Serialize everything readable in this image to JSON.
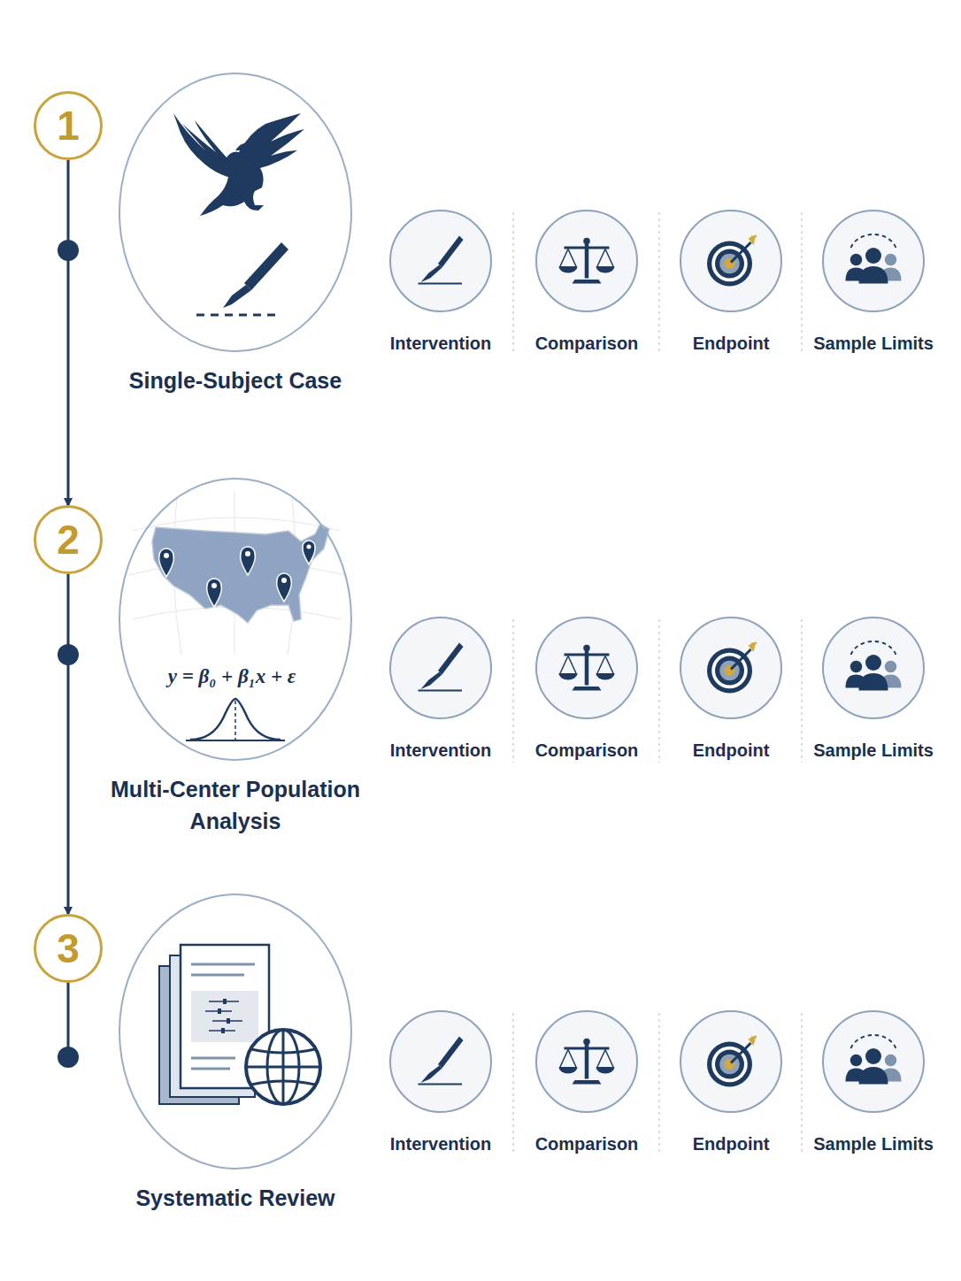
{
  "diagram": {
    "nodes": [
      {
        "text": [
          "1"
        ]
      },
      {
        "text": [
          "Single-Subject Case"
        ]
      },
      {
        "text": [
          "Intervention"
        ]
      },
      {
        "text": [
          "Comparison"
        ]
      },
      {
        "text": [
          "Endpoint"
        ]
      },
      {
        "text": [
          "Sample Limits"
        ]
      },
      {
        "text": [
          "2"
        ]
      },
      {
        "text": [
          "Multi-Center Population Analysis"
        ]
      },
      {
        "text": [
          "Intervention"
        ]
      },
      {
        "text": [
          "Comparison"
        ]
      },
      {
        "text": [
          "Endpoint"
        ]
      },
      {
        "text": [
          "Sample Limits"
        ]
      },
      {
        "text": [
          "3"
        ]
      },
      {
        "text": [
          "Systematic Review"
        ]
      },
      {
        "text": [
          "Intervention"
        ]
      },
      {
        "text": [
          "Comparison"
        ]
      },
      {
        "text": [
          "Endpoint"
        ]
      },
      {
        "text": [
          "Sample Limits"
        ]
      }
    ],
    "edges": [
      {
        "from": 0,
        "to": 6,
        "arrow": "to"
      },
      {
        "from": 6,
        "to": 12,
        "arrow": "to"
      }
    ],
    "labels": [
      "y = β₀ + β₁x + ε"
    ]
  }
}
